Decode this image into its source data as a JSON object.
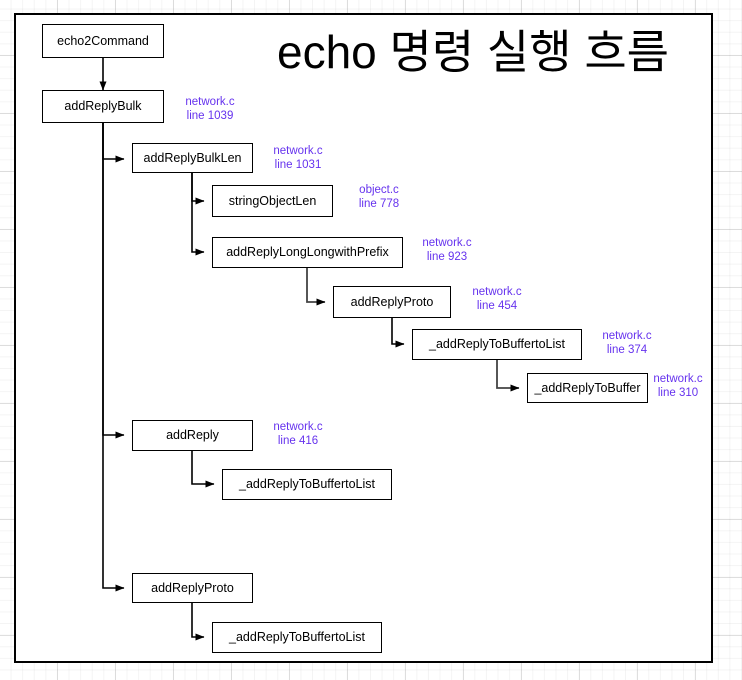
{
  "canvas": {
    "title": "echo 명령 실행 흐름",
    "border_color": "#000000",
    "background_color": "#ffffff",
    "reference_color": "#6633ee"
  },
  "nodes": [
    {
      "id": "echo2Command",
      "label": "echo2Command"
    },
    {
      "id": "addReplyBulk",
      "label": "addReplyBulk"
    },
    {
      "id": "addReplyBulkLen",
      "label": "addReplyBulkLen"
    },
    {
      "id": "stringObjectLen",
      "label": "stringObjectLen"
    },
    {
      "id": "addReplyLongLongwithPrefix",
      "label": "addReplyLongLongwithPrefix"
    },
    {
      "id": "addReplyProto1",
      "label": "addReplyProto"
    },
    {
      "id": "_addReplyToBuffertoList1",
      "label": "_addReplyToBuffertoList"
    },
    {
      "id": "_addReplyToBuffer",
      "label": "_addReplyToBuffer"
    },
    {
      "id": "addReply",
      "label": "addReply"
    },
    {
      "id": "_addReplyToBuffertoList2",
      "label": "_addReplyToBuffertoList"
    },
    {
      "id": "addReplyProto2",
      "label": "addReplyProto"
    },
    {
      "id": "_addReplyToBuffertoList3",
      "label": "_addReplyToBuffertoList"
    }
  ],
  "references": [
    {
      "id": "ref-addReplyBulk",
      "file": "network.c",
      "line": "line 1039"
    },
    {
      "id": "ref-addReplyBulkLen",
      "file": "network.c",
      "line": "line 1031"
    },
    {
      "id": "ref-stringObjectLen",
      "file": "object.c",
      "line": "line 778"
    },
    {
      "id": "ref-addReplyLongLongwithPrefix",
      "file": "network.c",
      "line": "line 923"
    },
    {
      "id": "ref-addReplyProto1",
      "file": "network.c",
      "line": "line 454"
    },
    {
      "id": "ref-addReplyToBuffertoList1",
      "file": "network.c",
      "line": "line 374"
    },
    {
      "id": "ref-addReplyToBuffer",
      "file": "network.c",
      "line": "line 310"
    },
    {
      "id": "ref-addReply",
      "file": "network.c",
      "line": "line 416"
    }
  ]
}
